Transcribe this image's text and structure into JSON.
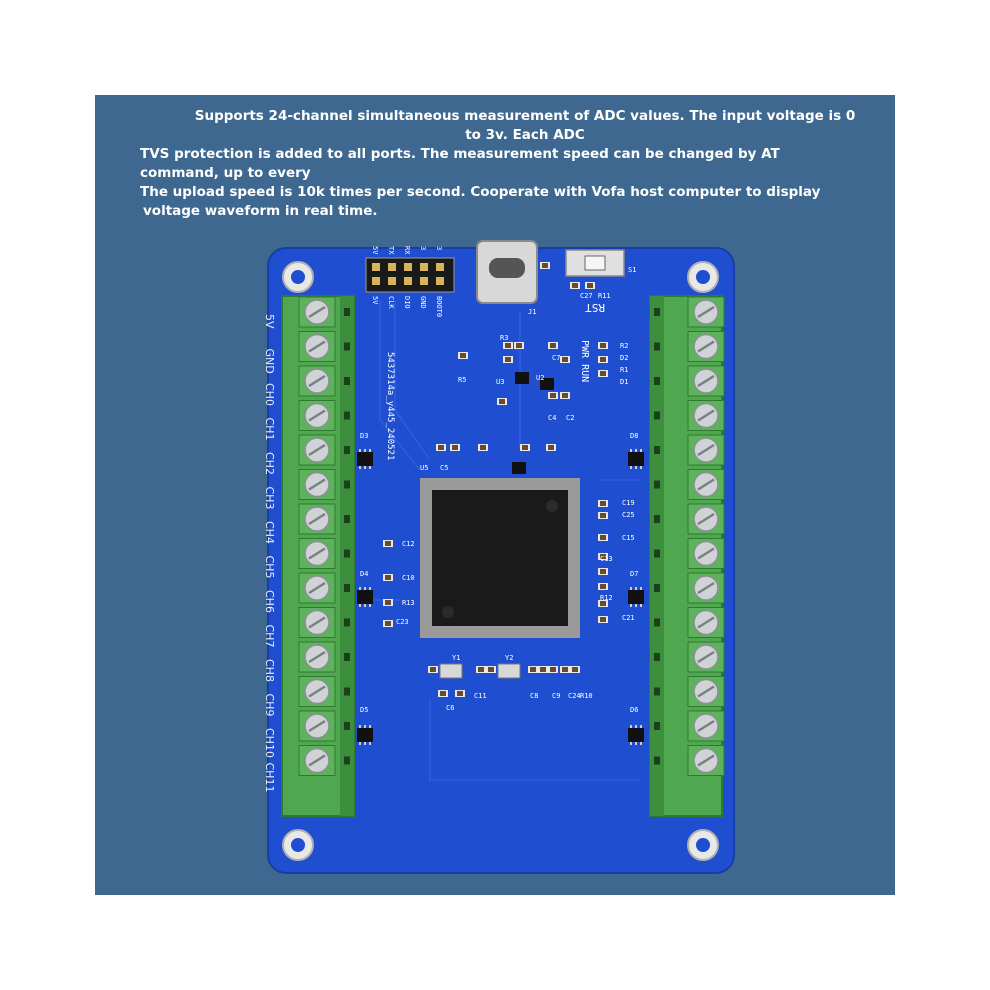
{
  "caption": {
    "line1": "Supports 24-channel simultaneous measurement of ADC values. The input voltage is 0",
    "line2": "to 3v. Each ADC",
    "line3": "TVS protection is added to all ports. The measurement speed can be changed by AT",
    "line4": "command, up to every",
    "line5": "The upload speed is 10k times per second. Cooperate with Vofa host computer to display",
    "line6": "voltage waveform in real time."
  },
  "board": {
    "left_channel_labels": [
      "5V",
      "GND",
      "CH0",
      "CH1",
      "CH2",
      "CH3",
      "CH4",
      "CH5",
      "CH6",
      "CH7",
      "CH8",
      "CH9",
      "CH10",
      "CH11"
    ],
    "header_labels": [
      "5V",
      "CLK",
      "DIO",
      "GND",
      "BOOT0"
    ],
    "header_top_labels": [
      "5V",
      "TX",
      "RX",
      "3",
      "3"
    ],
    "rst_label": "RST",
    "pwr_run_label": "PWR RUN",
    "batch_code": "5437314a_y445_240521",
    "component_labels": [
      "C19",
      "C25",
      "C15",
      "C13",
      "R12",
      "C21",
      "C12",
      "C10",
      "R13",
      "C23",
      "Y1",
      "Y2",
      "C27",
      "R11",
      "S1",
      "J1",
      "R2",
      "D2",
      "R1",
      "D1",
      "R5",
      "R3",
      "C7",
      "C4",
      "C2",
      "C5",
      "C11",
      "C6",
      "C8",
      "C9",
      "C24",
      "R10",
      "D3",
      "D4",
      "D5",
      "D6",
      "D7",
      "D8",
      "U2",
      "U3",
      "U5"
    ]
  },
  "colors": {
    "panel_background": "#3f6890",
    "pcb": "#1f4fd0",
    "terminal": "#4fa84f",
    "chip": "#1a1a1a"
  }
}
